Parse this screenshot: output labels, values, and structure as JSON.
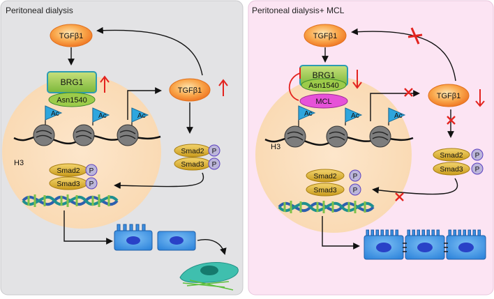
{
  "left": {
    "title": "Peritoneal dialysis",
    "tgf_top": "TGFβ1",
    "tgf_right": "TGFβ1",
    "brg1": "BRG1",
    "asn": "Asn1540",
    "h3": "H3",
    "ac": [
      "Ac",
      "Ac",
      "Ac"
    ],
    "smad2": "Smad2",
    "smad3": "Smad3",
    "p": "P"
  },
  "right": {
    "title": "Peritoneal dialysis+ MCL",
    "tgf_top": "TGFβ1",
    "tgf_right": "TGFβ1",
    "brg1": "BRG1",
    "asn": "Asn1540",
    "mcl": "MCL",
    "h3": "H3",
    "ac": [
      "Ac",
      "Ac",
      "Ac"
    ],
    "smad2": "Smad2",
    "smad3": "Smad3",
    "p": "P"
  },
  "colors": {
    "left_panel": "#e3e3e5",
    "right_panel": "#fce4f3",
    "nucleus": "#fbe1c4",
    "tgf": "#f58a2c",
    "brg1": "#9ccb4a",
    "smad": "#d9b12c",
    "ac_flag": "#2ea6de",
    "mcl": "#e652d8",
    "cell": "#3c8ee0",
    "mesenchymal": "#3fbfae",
    "red": "#e3231f"
  }
}
